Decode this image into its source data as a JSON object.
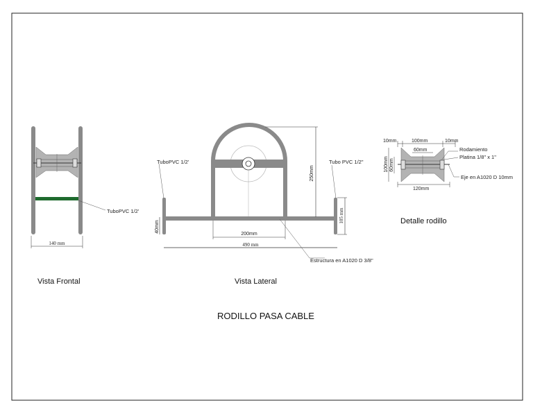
{
  "title": "RODILLO PASA CABLE",
  "views": {
    "frontal": {
      "caption": "Vista Frontal",
      "dim_width": "140 mm",
      "label_tube": "TuboPVC 1/2'"
    },
    "lateral": {
      "caption": "Vista Lateral",
      "label_tube_left": "TuboPVC 1/2'",
      "label_tube_right": "Tubo PVC 1/2\"",
      "dim_height": "250mm",
      "dim_inner": "200mm",
      "dim_total": "490 mm",
      "dim_left_leg": "40mm",
      "dim_right_leg": "105 mm",
      "label_structure": "Estructura en A1020 D 3/8\""
    },
    "detalle": {
      "caption": "Detalle rodillo",
      "dim_left": "10mm",
      "dim_mid": "100mm",
      "dim_right": "10mm",
      "dim_inner": "60mm",
      "dim_height_outer": "100mm",
      "dim_height_inner": "60mm",
      "dim_bottom": "120mm",
      "label_bearing": "Rodamiento",
      "label_plate": "Platina 1/8\" x 1\"",
      "label_axle": "Eje en A1020 D 10mm"
    }
  },
  "colors": {
    "frame": "#8a8a8a",
    "roller": "#b3b3b3",
    "green_tube": "#1e6b2e",
    "line": "#333333"
  }
}
